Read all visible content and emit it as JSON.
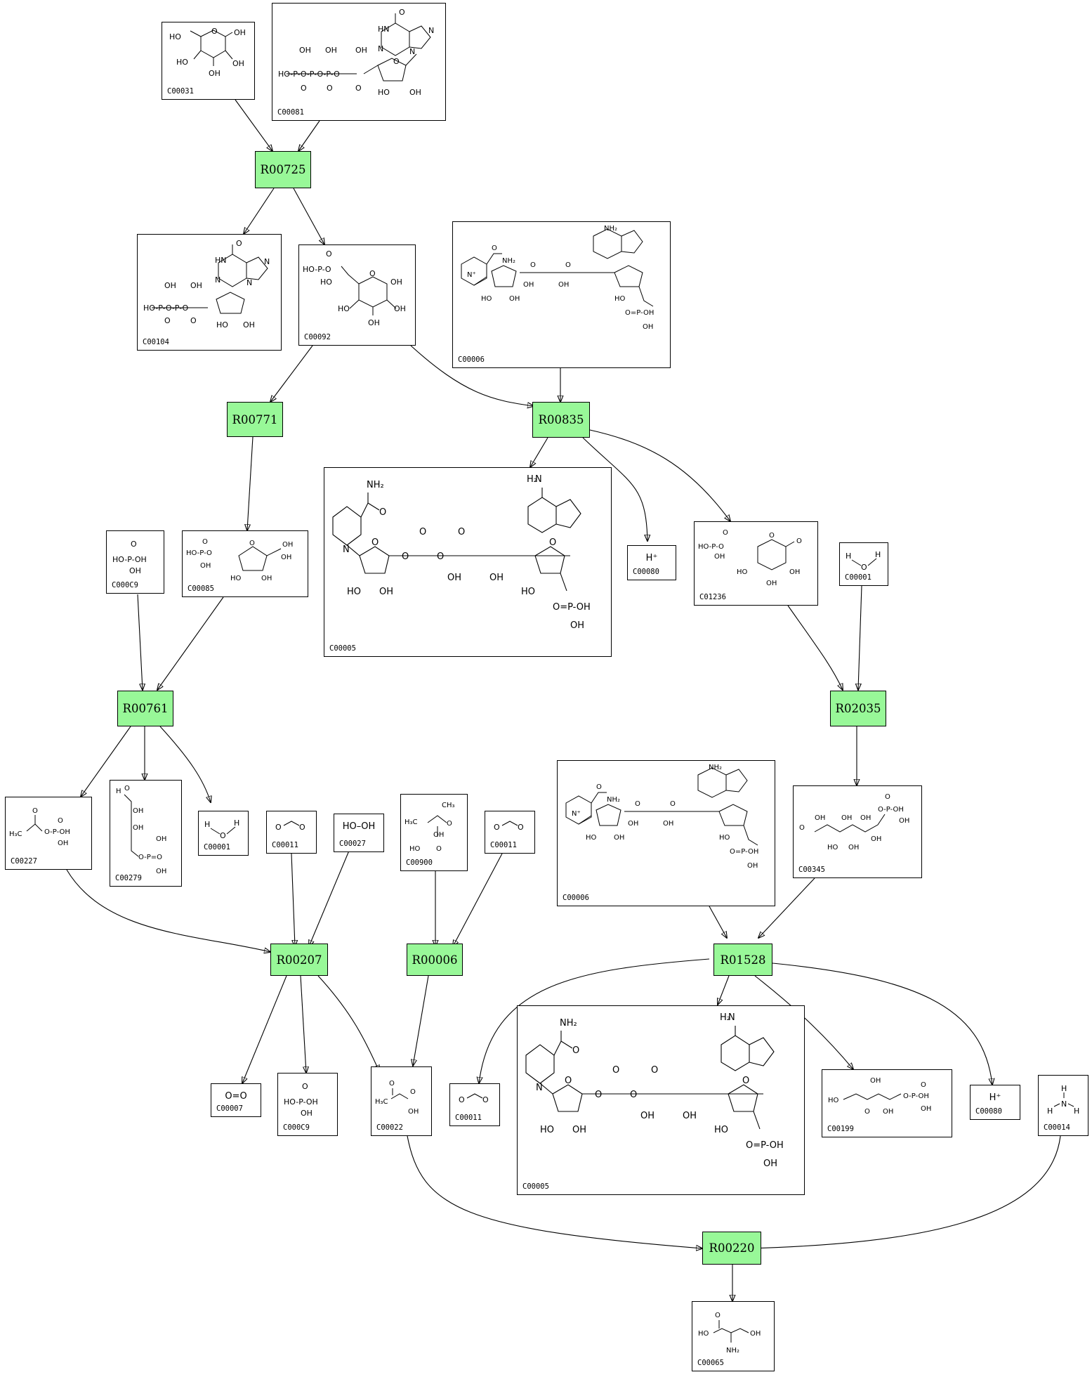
{
  "colors": {
    "reaction_fill": "#98f898",
    "stroke": "#000000",
    "background": "#ffffff"
  },
  "reactions": {
    "R00725": "R00725",
    "R00771": "R00771",
    "R00835": "R00835",
    "R00761": "R00761",
    "R02035": "R02035",
    "R00207": "R00207",
    "R00006": "R00006",
    "R01528": "R01528",
    "R00220": "R00220"
  },
  "compounds": {
    "c00031": "C00031",
    "c00081": "C00081",
    "c00104": "C00104",
    "c00092": "C00092",
    "c00006a": "C00006",
    "c00009a": "C000C9",
    "c00085": "C00085",
    "c00005a": "C00005",
    "c00080a": "C00080",
    "c01236": "C01236",
    "c00001a": "C00001",
    "c00227": "C00227",
    "c00279": "C00279",
    "c00001b": "C00001",
    "c00011a": "C00011",
    "c00027": "C00027",
    "c00900": "C00900",
    "c00011b": "C00011",
    "c00345": "C00345",
    "c00006b": "C00006",
    "c00007": "C00007",
    "c00009b": "C000C9",
    "c00022": "C00022",
    "c00011c": "C00011",
    "c00005b": "C00005",
    "c00199": "C00199",
    "c00080b": "C00080",
    "c00014": "C00014",
    "c00065": "C00065"
  },
  "formulas": {
    "proton_a": "H⁺",
    "proton_b": "H⁺",
    "o2": "O=O",
    "h2o2": "HO–OH"
  }
}
